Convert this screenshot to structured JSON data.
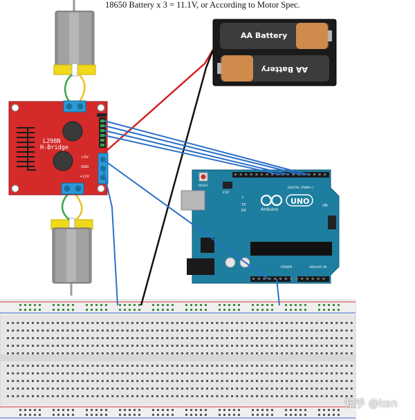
{
  "caption": "18650 Battery x 3 = 11.1V, or According to Motor Spec.",
  "battery": {
    "cell_top_label": "AA Battery",
    "cell_bottom_label": "AA Battery"
  },
  "driver": {
    "name_line1": "L298N",
    "name_line2": "H-Bridge",
    "pin_5v": "+5V",
    "pin_gnd": "GND",
    "pin_12v": "+12V"
  },
  "arduino": {
    "reset_label": "RESET",
    "icsp_label": "ICSP",
    "digital_label": "DIGITAL (PWM~)",
    "l_label": "L",
    "tx_label": "TX",
    "rx_label": "RX",
    "brand": "Arduino",
    "model": "UNO",
    "on_label": "ON",
    "power_label": "POWER",
    "analog_label": "ANALOG IN"
  },
  "watermark": "知乎 @ken",
  "colors": {
    "wire_red": "#d61f1f",
    "wire_black": "#111111",
    "wire_blue": "#2a6fc9",
    "wire_green": "#3aa54a",
    "wire_yellow": "#e8c21a",
    "driver_board": "#d42a2a",
    "arduino_board": "#1e7ea0",
    "motor_mount": "#f0d81a"
  }
}
